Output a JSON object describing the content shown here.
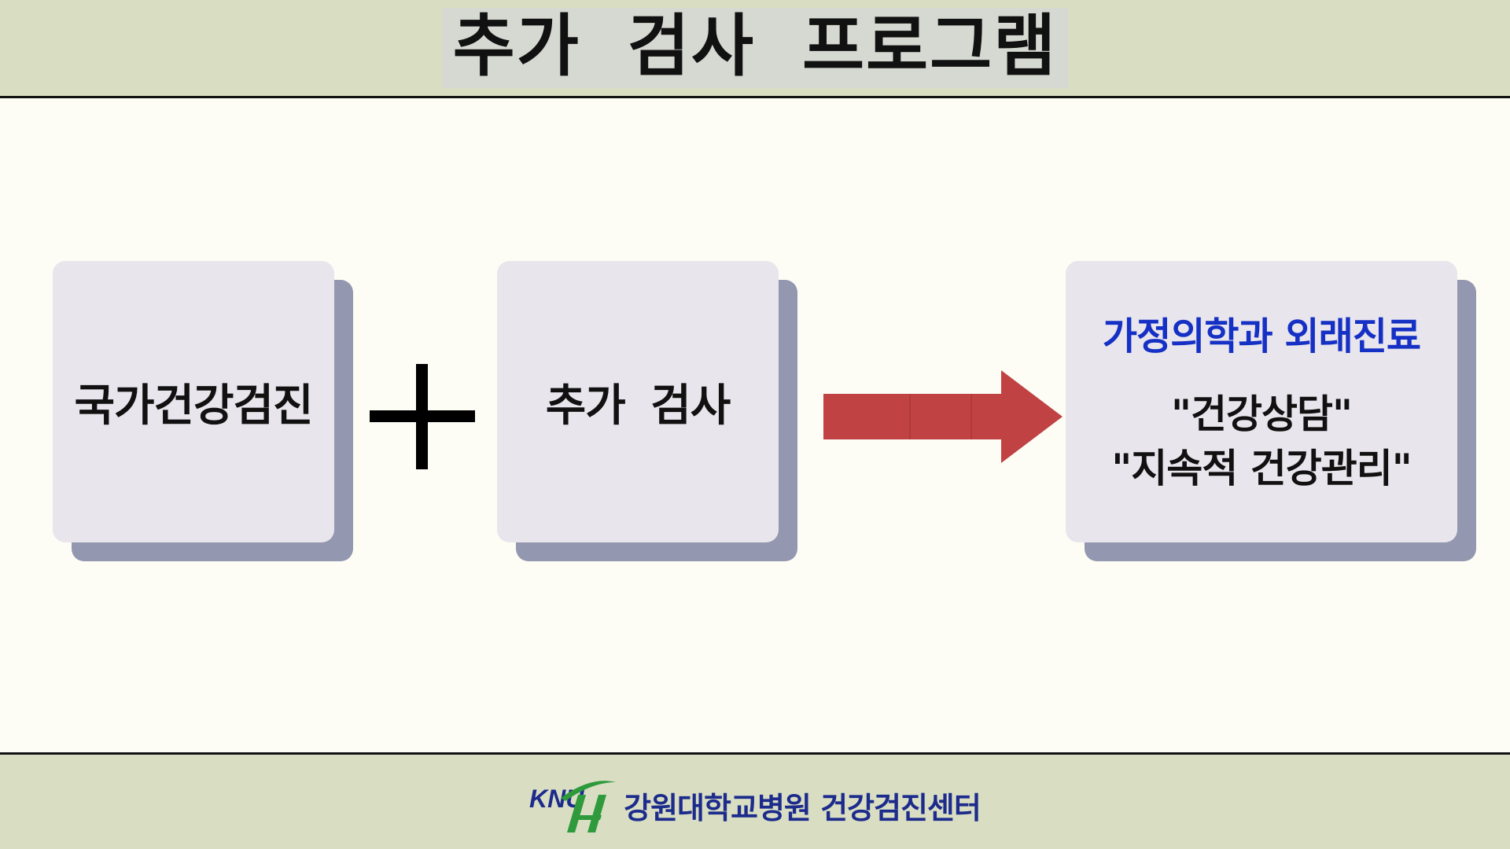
{
  "header": {
    "title": "추가 검사 프로그램"
  },
  "diagram": {
    "box1": {
      "label": "국가건강검진"
    },
    "operator": {
      "symbol": "plus-icon"
    },
    "box2": {
      "label": "추가 검사"
    },
    "connector": {
      "symbol": "right-arrow-icon",
      "color": "#c04243"
    },
    "box3": {
      "heading": "가정의학과 외래진료",
      "line1": "\"건강상담\"",
      "line2": "\"지속적 건강관리\""
    }
  },
  "footer": {
    "logo_text": "KNU",
    "org_name": "강원대학교병원 건강검진센터"
  },
  "colors": {
    "band": "#d9dec3",
    "background": "#fdfdf6",
    "box_fill": "#e8e5ec",
    "box_shadow": "#8085a2",
    "heading_blue": "#1530c4",
    "logo_blue": "#1c2b8c",
    "logo_green": "#2e9a3c"
  }
}
